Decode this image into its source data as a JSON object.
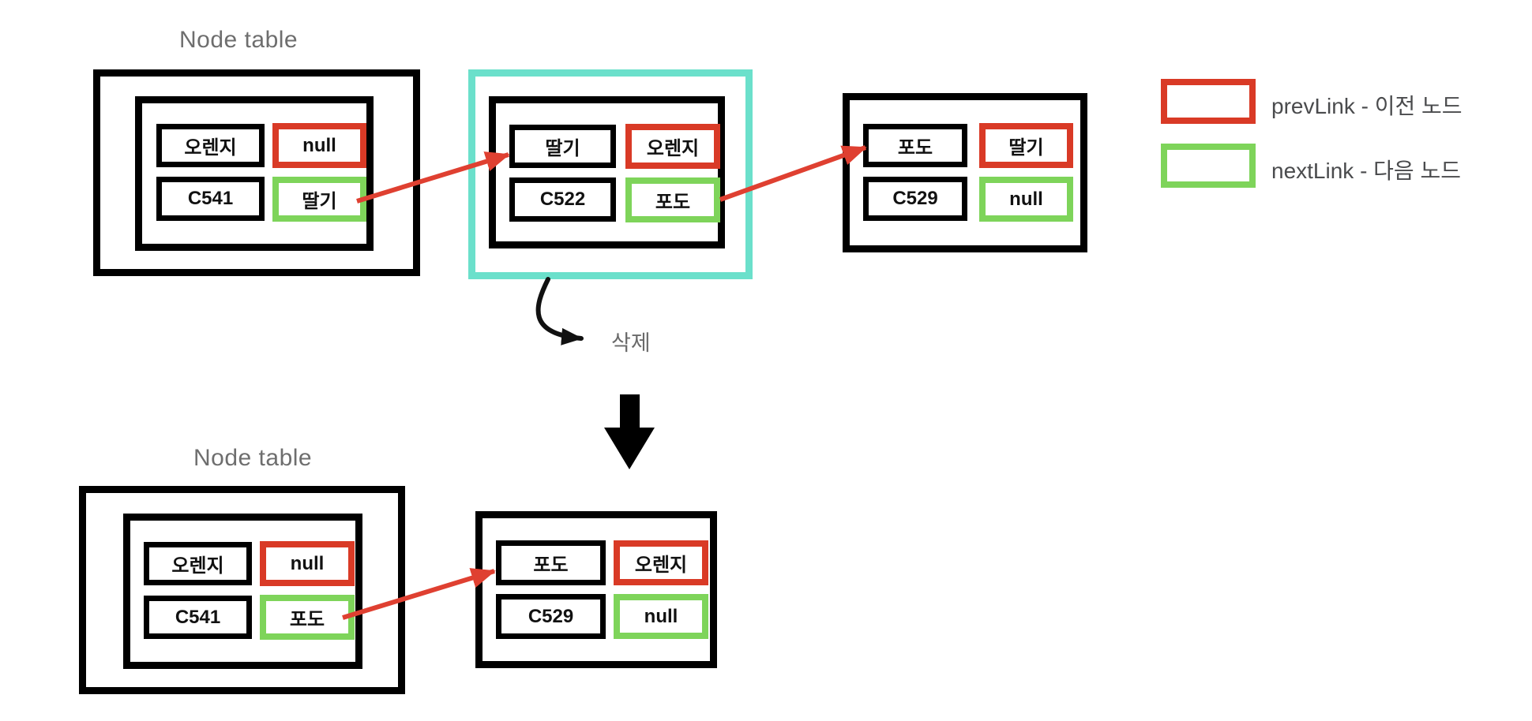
{
  "legend": {
    "prevlink_label": "prevLink - 이전 노드",
    "nextlink_label": "nextLink - 다음 노드"
  },
  "annotations": {
    "delete_label": "삭제"
  },
  "colors": {
    "prevlink_border": "#d93a26",
    "nextlink_border": "#7ed45a",
    "highlight_border": "#6be0cb",
    "arrow_red": "#df4031",
    "arrow_black": "#111111",
    "box_black": "#000000",
    "title_gray": "#6e6e6e",
    "legend_text_gray": "#4a4b4d"
  },
  "before": {
    "title": "Node table",
    "nodes": [
      {
        "value": "오렌지",
        "prevLink": "null",
        "address": "C541",
        "nextLink": "딸기",
        "highlighted": false
      },
      {
        "value": "딸기",
        "prevLink": "오렌지",
        "address": "C522",
        "nextLink": "포도",
        "highlighted": true
      },
      {
        "value": "포도",
        "prevLink": "딸기",
        "address": "C529",
        "nextLink": "null",
        "highlighted": false
      }
    ]
  },
  "after": {
    "title": "Node table",
    "nodes": [
      {
        "value": "오렌지",
        "prevLink": "null",
        "address": "C541",
        "nextLink": "포도",
        "highlighted": false
      },
      {
        "value": "포도",
        "prevLink": "오렌지",
        "address": "C529",
        "nextLink": "null",
        "highlighted": false
      }
    ]
  }
}
